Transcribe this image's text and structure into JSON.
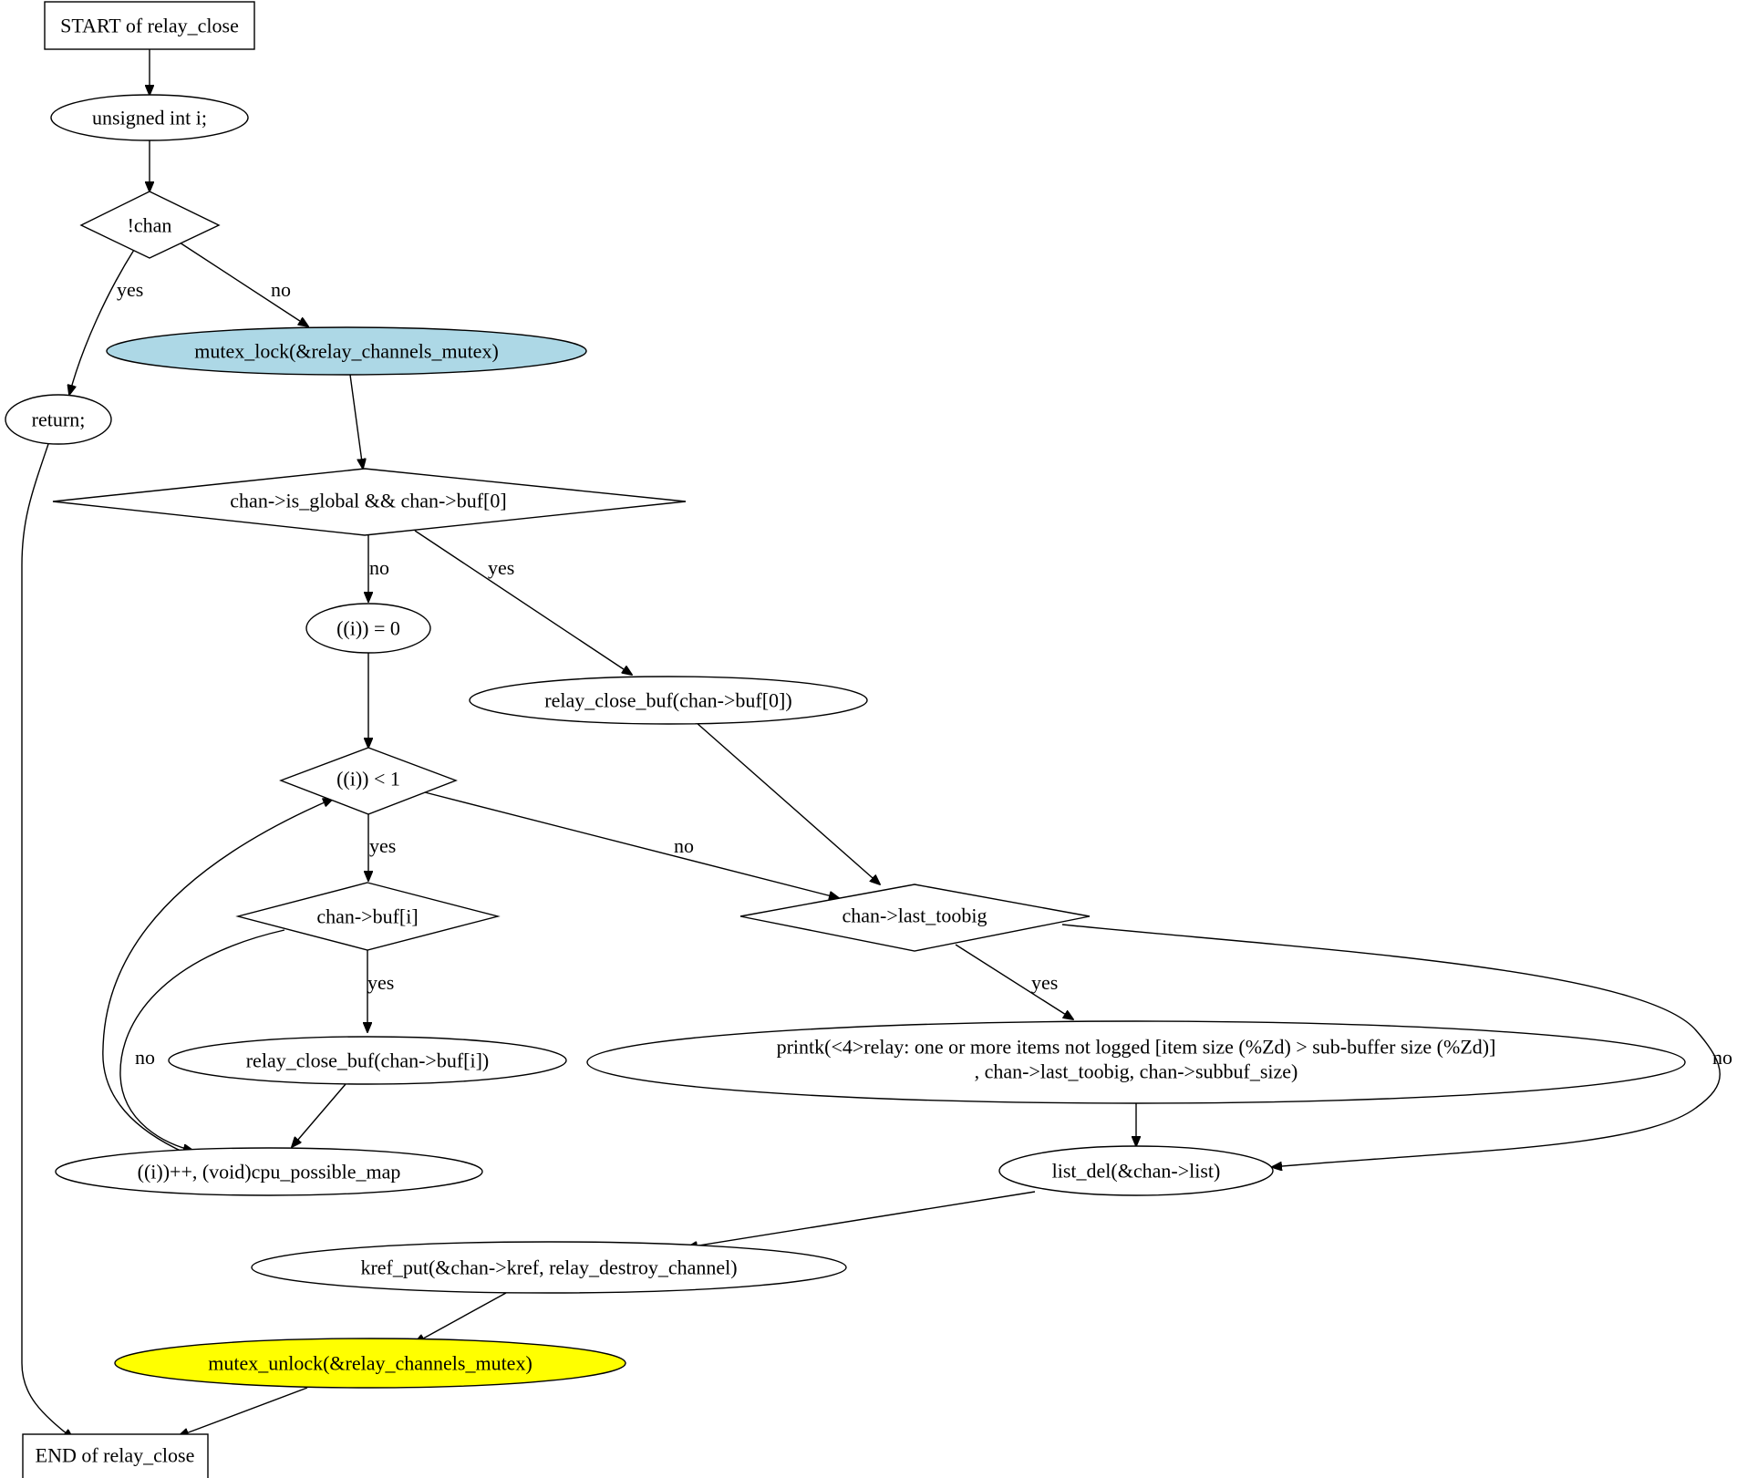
{
  "nodes": {
    "start": "START of relay_close",
    "decl": "unsigned int i;",
    "check_chan": "!chan",
    "ret": "return;",
    "lock": "mutex_lock(&relay_channels_mutex)",
    "check_global": "chan->is_global && chan->buf[0]",
    "init_i": "((i)) = 0",
    "close_buf0": "relay_close_buf(chan->buf[0])",
    "loop_cond": "((i)) < 1",
    "check_buf_i": "chan->buf[i]",
    "last_toobig": "chan->last_toobig",
    "close_buf_i": "relay_close_buf(chan->buf[i])",
    "printk_line1": "printk(<4>relay: one or more items not logged [item size (%Zd) > sub-buffer size (%Zd)]",
    "printk_line2": ", chan->last_toobig, chan->subbuf_size)",
    "incr": "((i))++, (void)cpu_possible_map",
    "list_del": "list_del(&chan->list)",
    "kref": "kref_put(&chan->kref, relay_destroy_channel)",
    "unlock": "mutex_unlock(&relay_channels_mutex)",
    "end": "END of relay_close"
  },
  "edge_labels": {
    "chan_yes": "yes",
    "chan_no": "no",
    "global_no": "no",
    "global_yes": "yes",
    "loop_yes": "yes",
    "loop_no": "no",
    "bufi_yes": "yes",
    "bufi_no": "no",
    "toobig_yes": "yes",
    "toobig_no": "no"
  },
  "colors": {
    "lock_fill": "#add8e6",
    "unlock_fill": "#ffff00",
    "line": "#000000",
    "background": "#ffffff"
  }
}
